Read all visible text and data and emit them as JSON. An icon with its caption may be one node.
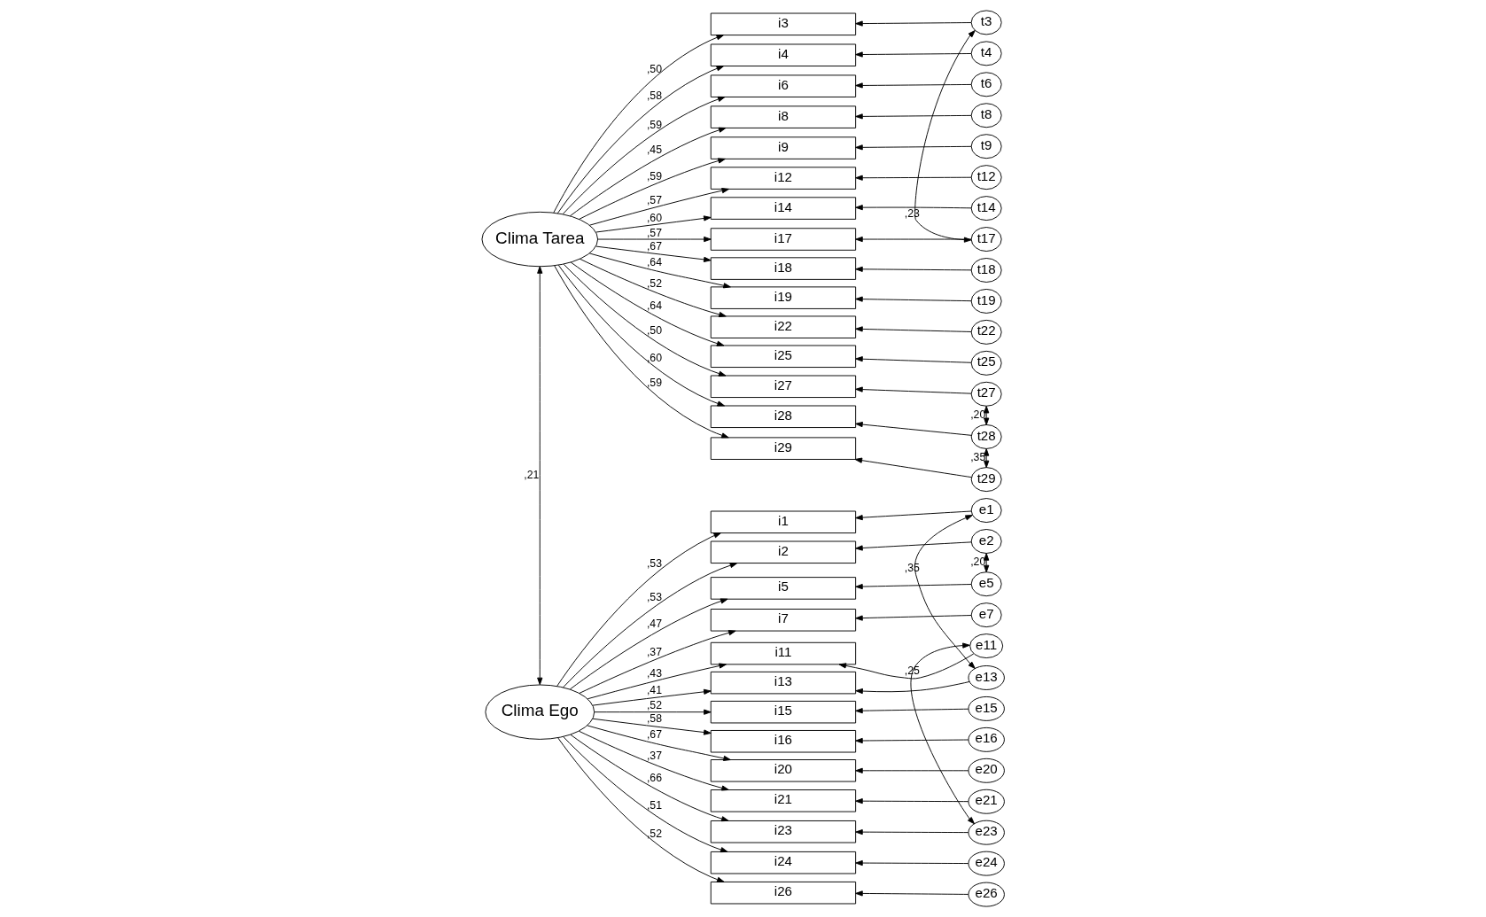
{
  "diagram": {
    "nodes": [
      {
        "text": [
          "Clima Tarea"
        ]
      },
      {
        "text": [
          "i3"
        ]
      },
      {
        "text": [
          "i4"
        ]
      },
      {
        "text": [
          "i6"
        ]
      },
      {
        "text": [
          "i8"
        ]
      },
      {
        "text": [
          "i9"
        ]
      },
      {
        "text": [
          "i12"
        ]
      },
      {
        "text": [
          "i14"
        ]
      },
      {
        "text": [
          "i17"
        ]
      },
      {
        "text": [
          "i18"
        ]
      },
      {
        "text": [
          "i19"
        ]
      },
      {
        "text": [
          "i22"
        ]
      },
      {
        "text": [
          "i25"
        ]
      },
      {
        "text": [
          "i27"
        ]
      },
      {
        "text": [
          "i28"
        ]
      },
      {
        "text": [
          "i29"
        ]
      },
      {
        "text": [
          "t3"
        ]
      },
      {
        "text": [
          "t4"
        ]
      },
      {
        "text": [
          "t6"
        ]
      },
      {
        "text": [
          "t8"
        ]
      },
      {
        "text": [
          "t9"
        ]
      },
      {
        "text": [
          "t12"
        ]
      },
      {
        "text": [
          "t14"
        ]
      },
      {
        "text": [
          "t17"
        ]
      },
      {
        "text": [
          "t18"
        ]
      },
      {
        "text": [
          "t19"
        ]
      },
      {
        "text": [
          "t22"
        ]
      },
      {
        "text": [
          "t25"
        ]
      },
      {
        "text": [
          "t27"
        ]
      },
      {
        "text": [
          "t28"
        ]
      },
      {
        "text": [
          "t29"
        ]
      },
      {
        "text": [
          "Clima Ego"
        ]
      },
      {
        "text": [
          "i1"
        ]
      },
      {
        "text": [
          "i2"
        ]
      },
      {
        "text": [
          "i5"
        ]
      },
      {
        "text": [
          "i7"
        ]
      },
      {
        "text": [
          "i11"
        ]
      },
      {
        "text": [
          "i13"
        ]
      },
      {
        "text": [
          "i15"
        ]
      },
      {
        "text": [
          "i16"
        ]
      },
      {
        "text": [
          "i20"
        ]
      },
      {
        "text": [
          "i21"
        ]
      },
      {
        "text": [
          "i23"
        ]
      },
      {
        "text": [
          "i24"
        ]
      },
      {
        "text": [
          "i26"
        ]
      },
      {
        "text": [
          "e1"
        ]
      },
      {
        "text": [
          "e2"
        ]
      },
      {
        "text": [
          "e5"
        ]
      },
      {
        "text": [
          "e7"
        ]
      },
      {
        "text": [
          "e11"
        ]
      },
      {
        "text": [
          "e13"
        ]
      },
      {
        "text": [
          "e15"
        ]
      },
      {
        "text": [
          "e16"
        ]
      },
      {
        "text": [
          "e20"
        ]
      },
      {
        "text": [
          "e21"
        ]
      },
      {
        "text": [
          "e23"
        ]
      },
      {
        "text": [
          "e24"
        ]
      },
      {
        "text": [
          "e26"
        ]
      }
    ],
    "edges": [
      {
        "from": 0,
        "to": 1,
        "arrow": "to",
        "label": ",50"
      },
      {
        "from": 0,
        "to": 2,
        "arrow": "to",
        "label": ",58"
      },
      {
        "from": 0,
        "to": 3,
        "arrow": "to",
        "label": ",59"
      },
      {
        "from": 0,
        "to": 4,
        "arrow": "to",
        "label": ",45"
      },
      {
        "from": 0,
        "to": 5,
        "arrow": "to",
        "label": ",59"
      },
      {
        "from": 0,
        "to": 6,
        "arrow": "to",
        "label": ",57"
      },
      {
        "from": 0,
        "to": 7,
        "arrow": "to",
        "label": ",60"
      },
      {
        "from": 0,
        "to": 8,
        "arrow": "to",
        "label": ",57"
      },
      {
        "from": 0,
        "to": 9,
        "arrow": "to",
        "label": ",67"
      },
      {
        "from": 0,
        "to": 10,
        "arrow": "to",
        "label": ",64"
      },
      {
        "from": 0,
        "to": 11,
        "arrow": "to",
        "label": ",52"
      },
      {
        "from": 0,
        "to": 12,
        "arrow": "to",
        "label": ",64"
      },
      {
        "from": 0,
        "to": 13,
        "arrow": "to",
        "label": ",50"
      },
      {
        "from": 0,
        "to": 14,
        "arrow": "to",
        "label": ",60"
      },
      {
        "from": 0,
        "to": 15,
        "arrow": "to",
        "label": ",59"
      },
      {
        "from": 16,
        "to": 1,
        "arrow": "to"
      },
      {
        "from": 17,
        "to": 2,
        "arrow": "to"
      },
      {
        "from": 18,
        "to": 3,
        "arrow": "to"
      },
      {
        "from": 19,
        "to": 4,
        "arrow": "to"
      },
      {
        "from": 20,
        "to": 5,
        "arrow": "to"
      },
      {
        "from": 21,
        "to": 6,
        "arrow": "to"
      },
      {
        "from": 22,
        "to": 7,
        "arrow": "to"
      },
      {
        "from": 23,
        "to": 8,
        "arrow": "to"
      },
      {
        "from": 24,
        "to": 9,
        "arrow": "to"
      },
      {
        "from": 25,
        "to": 10,
        "arrow": "to"
      },
      {
        "from": 26,
        "to": 11,
        "arrow": "to"
      },
      {
        "from": 27,
        "to": 12,
        "arrow": "to"
      },
      {
        "from": 28,
        "to": 13,
        "arrow": "to"
      },
      {
        "from": 29,
        "to": 14,
        "arrow": "to"
      },
      {
        "from": 30,
        "to": 15,
        "arrow": "to"
      },
      {
        "from": 31,
        "to": 32,
        "arrow": "to",
        "label": ",53"
      },
      {
        "from": 31,
        "to": 33,
        "arrow": "to",
        "label": ",53"
      },
      {
        "from": 31,
        "to": 34,
        "arrow": "to",
        "label": ",47"
      },
      {
        "from": 31,
        "to": 35,
        "arrow": "to",
        "label": ",37"
      },
      {
        "from": 31,
        "to": 36,
        "arrow": "to",
        "label": ",43"
      },
      {
        "from": 31,
        "to": 37,
        "arrow": "to",
        "label": ",41"
      },
      {
        "from": 31,
        "to": 38,
        "arrow": "to",
        "label": ",52"
      },
      {
        "from": 31,
        "to": 39,
        "arrow": "to",
        "label": ",58"
      },
      {
        "from": 31,
        "to": 40,
        "arrow": "to",
        "label": ",67"
      },
      {
        "from": 31,
        "to": 41,
        "arrow": "to",
        "label": ",37"
      },
      {
        "from": 31,
        "to": 42,
        "arrow": "to",
        "label": ",66"
      },
      {
        "from": 31,
        "to": 43,
        "arrow": "to",
        "label": ",51"
      },
      {
        "from": 31,
        "to": 44,
        "arrow": "to",
        "label": ",52"
      },
      {
        "from": 45,
        "to": 32,
        "arrow": "to"
      },
      {
        "from": 46,
        "to": 33,
        "arrow": "to"
      },
      {
        "from": 47,
        "to": 34,
        "arrow": "to"
      },
      {
        "from": 48,
        "to": 35,
        "arrow": "to"
      },
      {
        "from": 49,
        "to": 36,
        "arrow": "to"
      },
      {
        "from": 50,
        "to": 37,
        "arrow": "to"
      },
      {
        "from": 51,
        "to": 38,
        "arrow": "to"
      },
      {
        "from": 52,
        "to": 39,
        "arrow": "to"
      },
      {
        "from": 53,
        "to": 40,
        "arrow": "to"
      },
      {
        "from": 54,
        "to": 41,
        "arrow": "to"
      },
      {
        "from": 55,
        "to": 42,
        "arrow": "to"
      },
      {
        "from": 56,
        "to": 43,
        "arrow": "to"
      },
      {
        "from": 57,
        "to": 44,
        "arrow": "to"
      },
      {
        "from": 0,
        "to": 31,
        "arrow": "both",
        "label": ",21"
      },
      {
        "from": 16,
        "to": 23,
        "arrow": "both",
        "label": ",23"
      },
      {
        "from": 28,
        "to": 29,
        "arrow": "both",
        "label": ",20"
      },
      {
        "from": 29,
        "to": 30,
        "arrow": "both",
        "label": ",35"
      },
      {
        "from": 46,
        "to": 47,
        "arrow": "both",
        "label": ",20"
      },
      {
        "from": 45,
        "to": 50,
        "arrow": "both",
        "label": ",35"
      },
      {
        "from": 49,
        "to": 55,
        "arrow": "both",
        "label": ",25"
      }
    ]
  }
}
